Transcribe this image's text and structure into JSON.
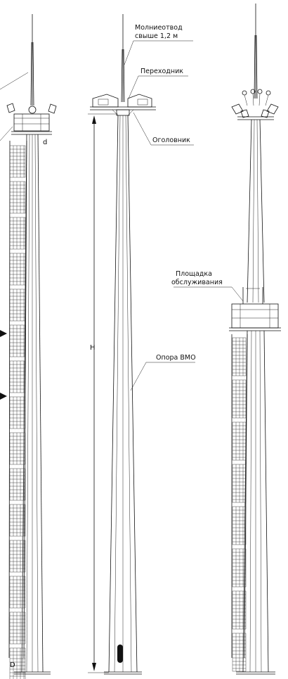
{
  "labels": {
    "lightning_rod": [
      "Молниеотвод",
      "свыше 1,2 м"
    ],
    "adapter": "Переходник",
    "headpiece": "Оголовник",
    "service_platform": [
      "Площадка",
      "обслуживания"
    ],
    "mast": "Опора ВМО"
  },
  "dimensions": {
    "height": "H",
    "top_diameter": "d",
    "base_diameter": "D"
  }
}
